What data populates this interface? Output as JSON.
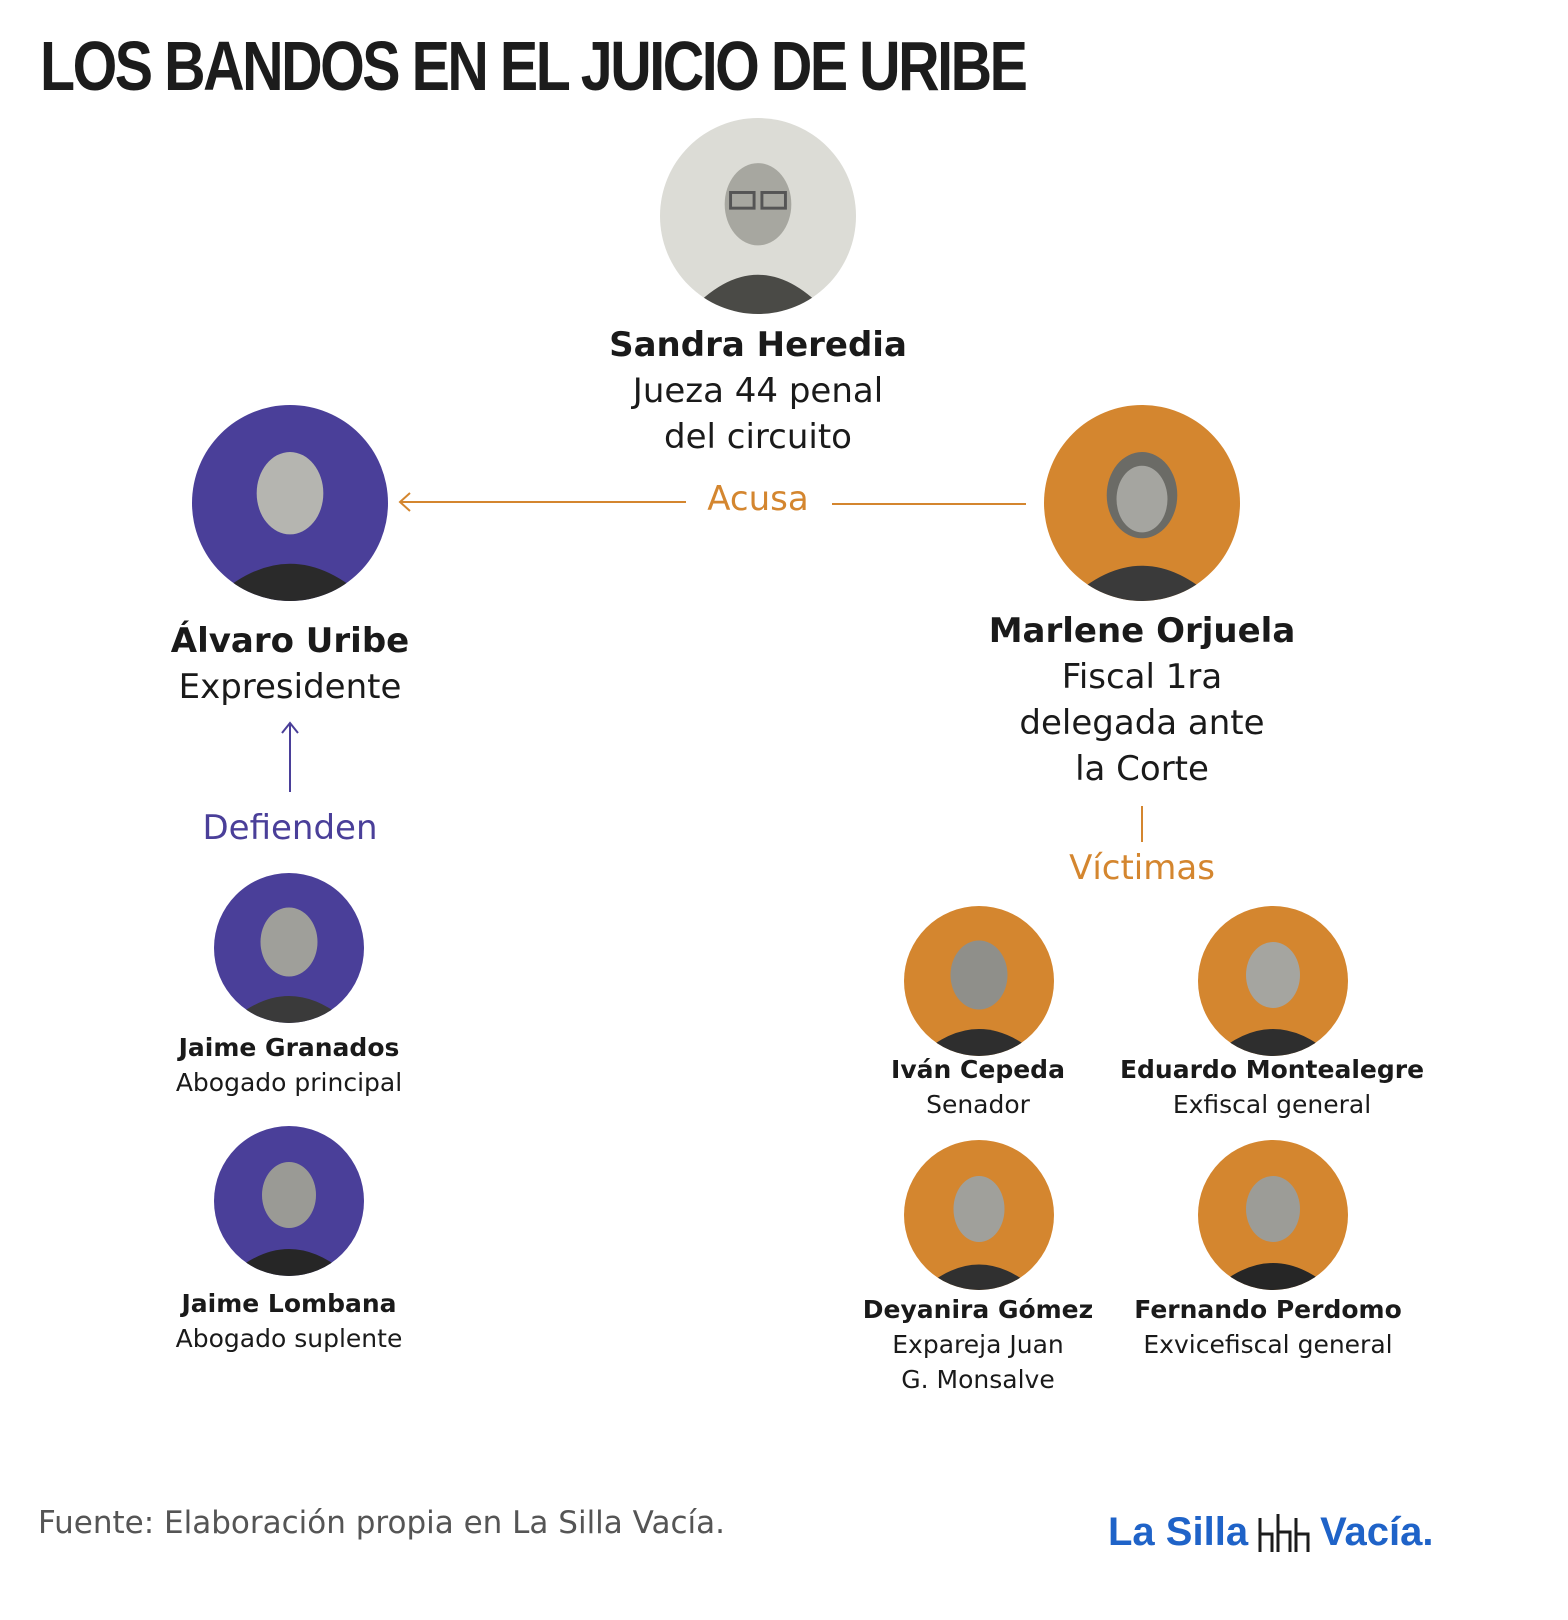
{
  "title": "LOS BANDOS EN EL JUICIO DE URIBE",
  "colors": {
    "accent_orange": "#d4862f",
    "accent_purple": "#4a3f99",
    "logo_blue": "#1f63c8"
  },
  "judge": {
    "name": "Sandra Heredia",
    "role_lines": [
      "Jueza 44 penal",
      "del circuito"
    ]
  },
  "accused": {
    "name": "Álvaro Uribe",
    "role": "Expresidente"
  },
  "prosecutor": {
    "name": "Marlene Orjuela",
    "role_lines": [
      "Fiscal 1ra",
      "delegada ante",
      "la Corte"
    ]
  },
  "relations": {
    "accuses": "Acusa",
    "defend": "Defienden",
    "victims": "Víctimas"
  },
  "defenders": [
    {
      "name": "Jaime Granados",
      "role": "Abogado principal"
    },
    {
      "name": "Jaime Lombana",
      "role": "Abogado suplente"
    }
  ],
  "victims": [
    {
      "name": "Iván Cepeda",
      "role_lines": [
        "Senador"
      ]
    },
    {
      "name": "Eduardo Montealegre",
      "role_lines": [
        "Exfiscal general"
      ]
    },
    {
      "name": "Deyanira Gómez",
      "role_lines": [
        "Expareja Juan",
        "G. Monsalve"
      ]
    },
    {
      "name": "Fernando Perdomo",
      "role_lines": [
        "Exvicefiscal general"
      ]
    }
  ],
  "footer": {
    "source": "Fuente: Elaboración propia en La Silla Vacía.",
    "logo_left": "La Silla",
    "logo_right": "Vacía."
  }
}
